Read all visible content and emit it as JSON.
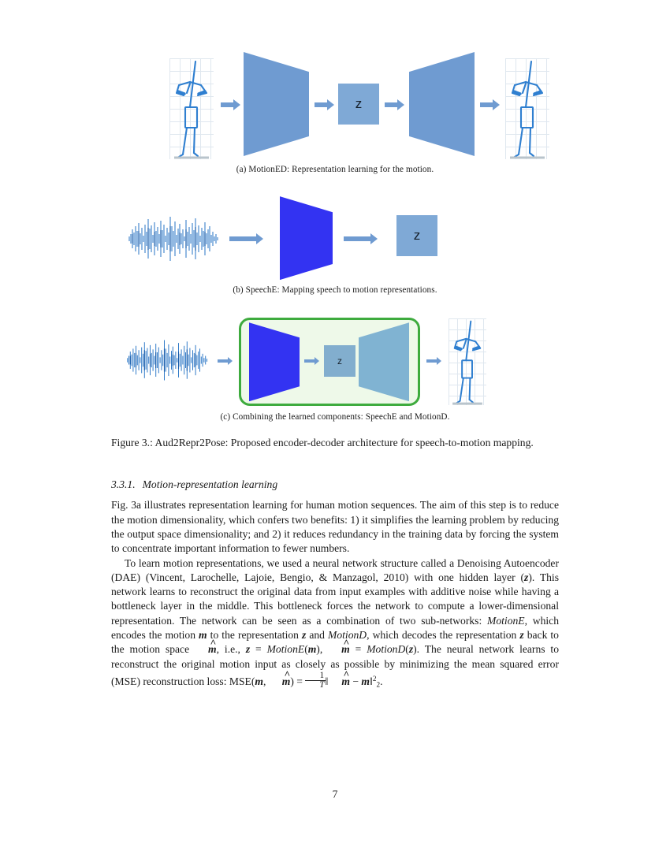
{
  "page": {
    "number": "7"
  },
  "figure": {
    "subfigures": [
      {
        "id": "a",
        "caption": "(a) MotionED: Representation learning for the motion.",
        "nodes": [
          "motion-pose-input",
          "encoder-trapezoid",
          "z-box",
          "decoder-trapezoid",
          "motion-pose-output"
        ],
        "latent_label": "z"
      },
      {
        "id": "b",
        "caption": "(b) SpeechE: Mapping speech to motion representations.",
        "nodes": [
          "speech-waveform",
          "speech-encoder-trapezoid",
          "z-box"
        ],
        "latent_label": "z"
      },
      {
        "id": "c",
        "caption": "(c) Combining the learned components: SpeechE and MotionD.",
        "nodes": [
          "speech-waveform",
          "speech-encoder-trapezoid",
          "z-box",
          "motion-decoder-trapezoid",
          "motion-pose-output"
        ],
        "latent_label": "z"
      }
    ],
    "caption": "Figure 3.: Aud2Repr2Pose: Proposed encoder-decoder architecture for speech-to-motion mapping.",
    "colors": {
      "encoder_blue": "#6f9bd1",
      "speech_encoder_blue": "#3333f2",
      "decoder_teal": "#80b3d2",
      "latent_box": "#7fa9d6",
      "group_border_green": "#3eab3e",
      "group_fill_green": "#eef9e9",
      "waveform_blue": "#1f6fc4",
      "pose_line_blue": "#2f7fd0",
      "grid_line": "#dfe7ef"
    }
  },
  "section": {
    "number": "3.3.1.",
    "title": "Motion-representation learning"
  },
  "paragraphs": {
    "p1": "Fig. 3a illustrates representation learning for human motion sequences. The aim of this step is to reduce the motion dimensionality, which confers two benefits: 1) it simplifies the learning problem by reducing the output space dimensionality; and 2) it reduces redundancy in the training data by forcing the system to concentrate important information to fewer numbers.",
    "p2_part1": "To learn motion representations, we used a neural network structure called a Denoising Autoencoder (DAE) (Vincent, Larochelle, Lajoie, Bengio, & Manzagol, 2010) with one hidden layer (",
    "p2_z1": "z",
    "p2_part2": "). This network learns to reconstruct the original data from input examples with additive noise while having a bottleneck layer in the middle. This bottleneck forces the network to compute a lower-dimensional representation. The network can be seen as a combination of two sub-networks: ",
    "p2_motionE": "MotionE",
    "p2_part3": ", which encodes the motion ",
    "p2_m1": "m",
    "p2_part4": " to the representation ",
    "p2_z2": "z",
    "p2_part5": " and ",
    "p2_motionD": "MotionD",
    "p2_part6": ", which decodes the representation ",
    "p2_z3": "z",
    "p2_part7": " back to the motion space ",
    "p2_mhat1": "m",
    "p2_part8": ", i.e., ",
    "p2_eq_z": "z",
    "p2_eq_eq1": " = ",
    "p2_eq_motionE": "MotionE",
    "p2_eq_open1": "(",
    "p2_eq_m": "m",
    "p2_eq_close1": "),",
    "p2_eq_mhat": "m",
    "p2_eq_eq2": " = ",
    "p2_eq_motionD": "MotionD",
    "p2_eq_open2": "(",
    "p2_eq_z2": "z",
    "p2_eq_close2": ").",
    "p2_part9": " The neural network learns to reconstruct the original motion input as closely as possible by minimizing the mean squared error (MSE) reconstruction loss: ",
    "p2_mse_name": "MSE",
    "p2_mse_open": "(",
    "p2_mse_m": "m",
    "p2_mse_comma": ", ",
    "p2_mse_mhat": "m",
    "p2_mse_close": ")",
    "p2_mse_eq": " = ",
    "p2_frac_num": "1",
    "p2_frac_den": "T",
    "p2_norm_open": "‖",
    "p2_norm_mhat": "m",
    "p2_norm_minus": " − ",
    "p2_norm_m": "m",
    "p2_norm_close": "‖",
    "p2_norm_sup": "2",
    "p2_norm_sub": "2",
    "p2_period": "."
  }
}
